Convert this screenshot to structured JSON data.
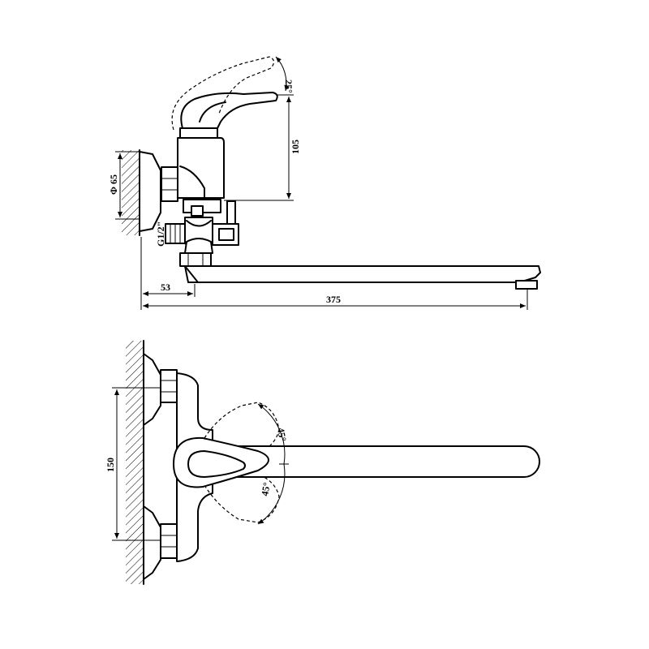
{
  "dimensions": {
    "angle_top": "25°",
    "height": "105",
    "diameter": "Φ 65",
    "thread": "G1/2\"",
    "offset": "53",
    "length": "375",
    "spacing": "150",
    "swing_up": "45°",
    "swing_down": "45°"
  }
}
